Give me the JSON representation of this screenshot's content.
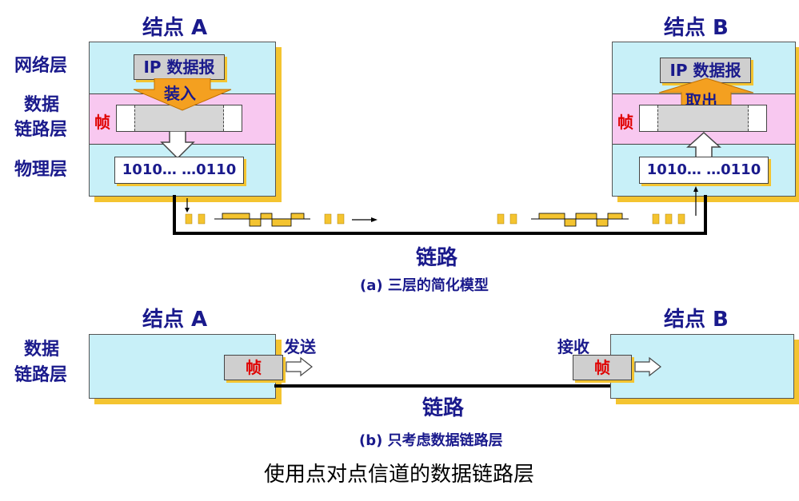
{
  "diagram_a": {
    "node_a_title": "结点 A",
    "node_b_title": "结点 B",
    "layers": {
      "network": "网络层",
      "datalink_line1": "数据",
      "datalink_line2": "链路层",
      "physical": "物理层"
    },
    "ip_datagram": "IP 数据报",
    "encapsulate": "装入",
    "extract": "取出",
    "frame": "帧",
    "bits_a": "1010… …0110",
    "bits_b": "1010… …0110",
    "link": "链路",
    "caption": "(a) 三层的简化模型"
  },
  "diagram_b": {
    "node_a_title": "结点 A",
    "node_b_title": "结点 B",
    "layer_line1": "数据",
    "layer_line2": "链路层",
    "send": "发送",
    "receive": "接收",
    "frame_a": "帧",
    "frame_b": "帧",
    "link": "链路",
    "caption": "(b) 只考虑数据链路层"
  },
  "footer": "使用点对点信道的数据链路层",
  "colors": {
    "node_bg": "#c8f0f8",
    "datalink_band": "#f8c8f0",
    "shadow": "#f4c430",
    "text": "#1a1a8c",
    "frame_text": "#e00000",
    "signal": "#f4c430",
    "arrow": "#f4a020"
  }
}
